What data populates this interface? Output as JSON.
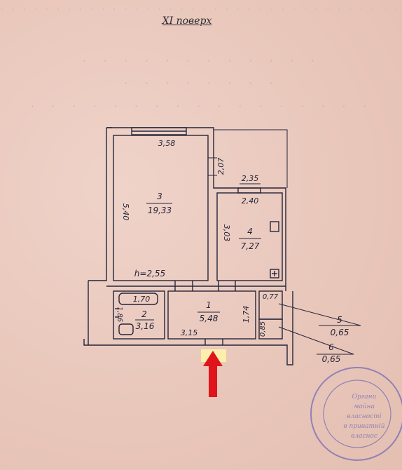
{
  "floor_title": "XI поверх",
  "rooms": [
    {
      "num": "1",
      "area": "5,48"
    },
    {
      "num": "2",
      "area": "3,16"
    },
    {
      "num": "3",
      "area": "19,33"
    },
    {
      "num": "4",
      "area": "7,27"
    },
    {
      "num": "5",
      "area": "0,65"
    },
    {
      "num": "6",
      "area": "0,65"
    }
  ],
  "dims": {
    "r3_width": "3,58",
    "r3_length": "5,40",
    "r3_side": "2,07",
    "r4_outer": "2,35",
    "r4_width": "2,40",
    "r4_length": "3,03",
    "ceiling": "h=2,55",
    "r2_width": "1,70",
    "r2_length": "1,86",
    "r1_width": "3,15",
    "r1_length": "1,74",
    "r5_dim": "0,77",
    "r6_dim": "0,85"
  },
  "stamp_text": [
    "Органи",
    "майна",
    "власності",
    "в приватній",
    "власнос"
  ],
  "colors": {
    "paper": "#eccbc0",
    "ink": "#25253a",
    "stamp": "#7a6fb4",
    "arrow": "#e0151b",
    "door_highlight": "#fff4a8"
  }
}
